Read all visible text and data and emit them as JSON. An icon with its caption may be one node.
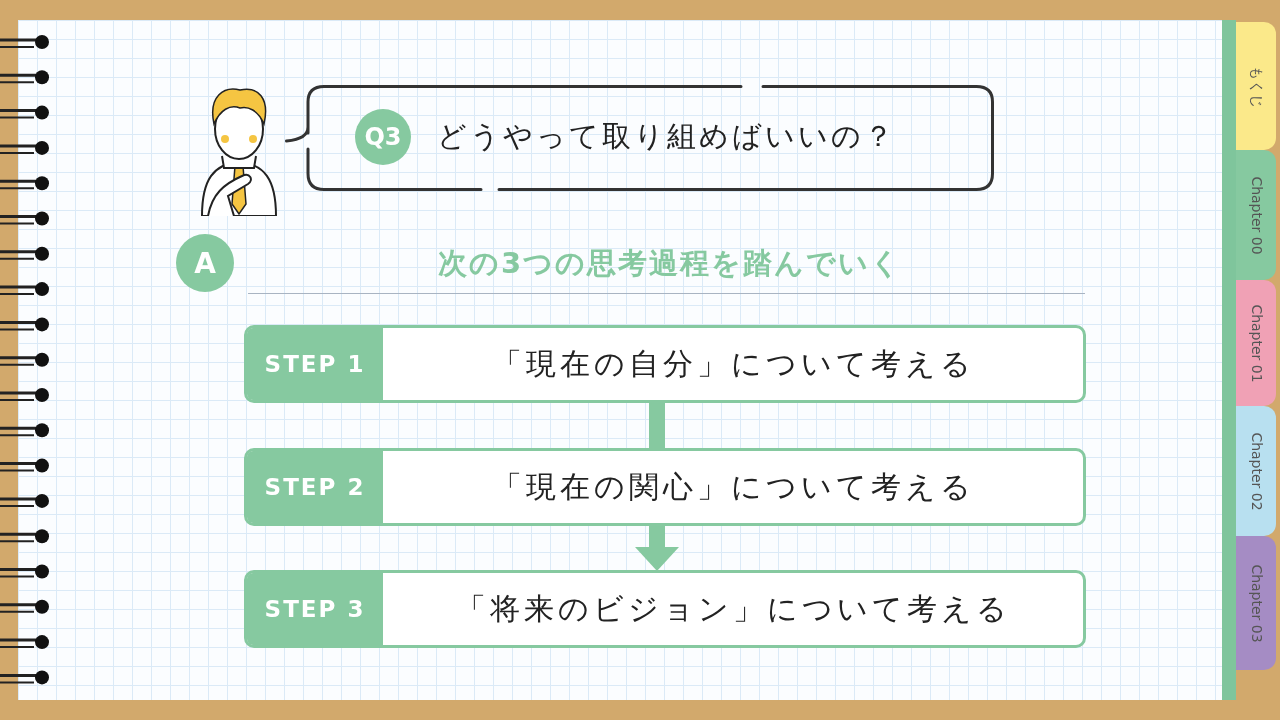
{
  "diagram": {
    "nodes": [
      {
        "text": [
          "Q3",
          "どうやって取り組めばいいの？"
        ]
      },
      {
        "text": [
          "A"
        ]
      },
      {
        "text": [
          "STEP 1",
          "「現在の自分」について考える"
        ]
      },
      {
        "text": [
          "STEP 2",
          "「現在の関心」について考える"
        ]
      },
      {
        "text": [
          "STEP 3",
          "「将来のビジョン」について考える"
        ]
      },
      {
        "text": [
          "もくじ"
        ]
      },
      {
        "text": [
          "Chapter 00"
        ]
      },
      {
        "text": [
          "Chapter 01"
        ]
      },
      {
        "text": [
          "Chapter 02"
        ]
      },
      {
        "text": [
          "Chapter 03"
        ]
      }
    ],
    "edges": [
      {
        "from": 2,
        "to": 3,
        "arrow": "none"
      },
      {
        "from": 3,
        "to": 4,
        "arrow": "to"
      }
    ],
    "labels": [
      "次の3つの思考過程を踏んでいく"
    ]
  }
}
